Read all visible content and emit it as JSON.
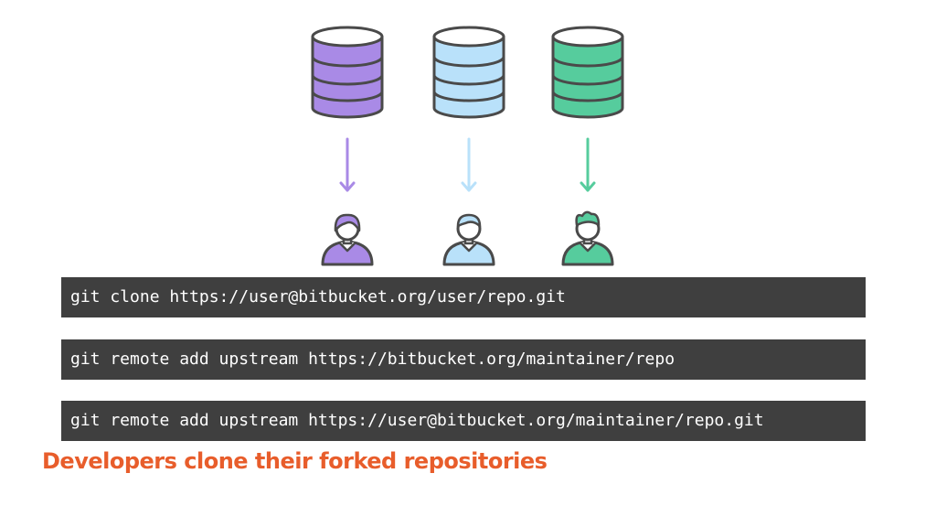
{
  "repos": [
    {
      "name": "repo-purple-icon",
      "color": "#a98ae6"
    },
    {
      "name": "repo-blue-icon",
      "color": "#b9e1fa"
    },
    {
      "name": "repo-green-icon",
      "color": "#56cc9d"
    }
  ],
  "developers": [
    {
      "name": "developer-purple-icon",
      "color": "#a98ae6"
    },
    {
      "name": "developer-blue-icon",
      "color": "#b9e1fa"
    },
    {
      "name": "developer-green-icon",
      "color": "#56cc9d"
    }
  ],
  "outline_color": "#4a4a4a",
  "commands": [
    "git clone https://user@bitbucket.org/user/repo.git",
    "git remote add upstream https://bitbucket.org/maintainer/repo",
    "git remote add upstream https://user@bitbucket.org/maintainer/repo.git"
  ],
  "caption": "Developers clone their forked repositories"
}
